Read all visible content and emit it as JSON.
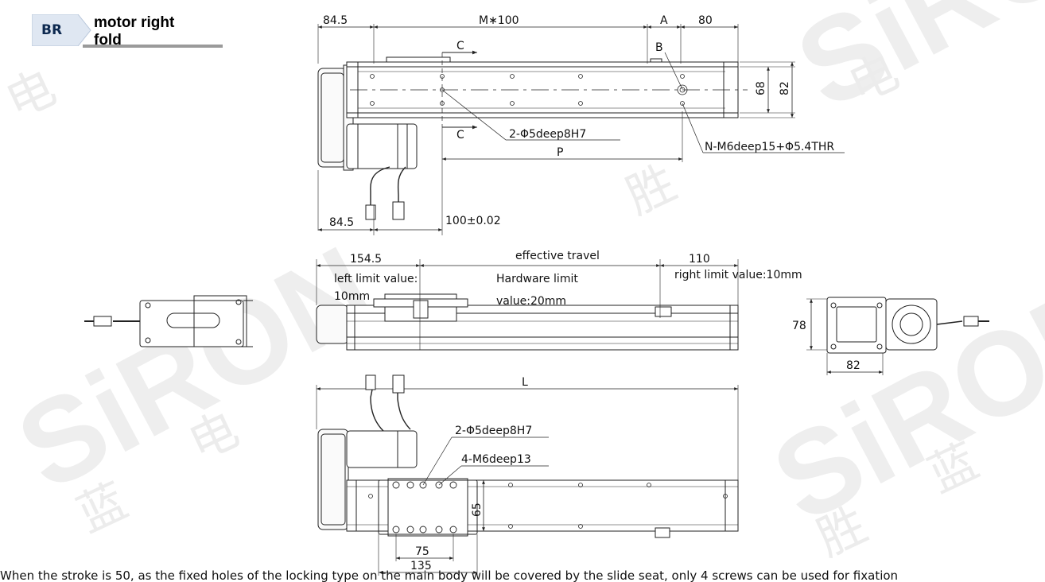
{
  "badge": {
    "code": "BR",
    "title_prefix": "motor ",
    "title_bold": "right",
    "title_suffix": " fold"
  },
  "top_view": {
    "dims": {
      "left": "84.5",
      "pitch": "M∗100",
      "a": "A",
      "right": "80",
      "height_inner": "68",
      "height_outer": "82",
      "bottom_left": "84.5",
      "tolerance": "100±0.02",
      "p": "P"
    },
    "labels": {
      "section_top": "C",
      "section_bottom": "C",
      "b": "B",
      "pin_holes": "2-Φ5deep8H7",
      "thread_holes": "N-M6deep15+Φ5.4THR"
    }
  },
  "side_view": {
    "dims": {
      "left": "154.5",
      "travel": "effective travel",
      "right": "110"
    },
    "labels": {
      "left_limit_1": "left limit value:",
      "left_limit_2": "10mm",
      "hw_limit_1": "Hardware limit",
      "hw_limit_2": "value:20mm",
      "right_limit": "right limit value:10mm"
    }
  },
  "end_view": {
    "dims": {
      "height": "78",
      "width": "82"
    }
  },
  "bottom_view": {
    "dims": {
      "length": "L",
      "height": "65",
      "inner": "75",
      "outer": "135"
    },
    "labels": {
      "pin_holes": "2-Φ5deep8H7",
      "thread_holes": "4-M6deep13"
    }
  },
  "watermark": {
    "brand": "SiRON",
    "chars": [
      "电",
      "蓝",
      "胜"
    ]
  },
  "footnote": "When the stroke is 50, as the fixed holes of the locking type on the main body will be covered by the slide seat, only 4 screws can be used for fixation"
}
